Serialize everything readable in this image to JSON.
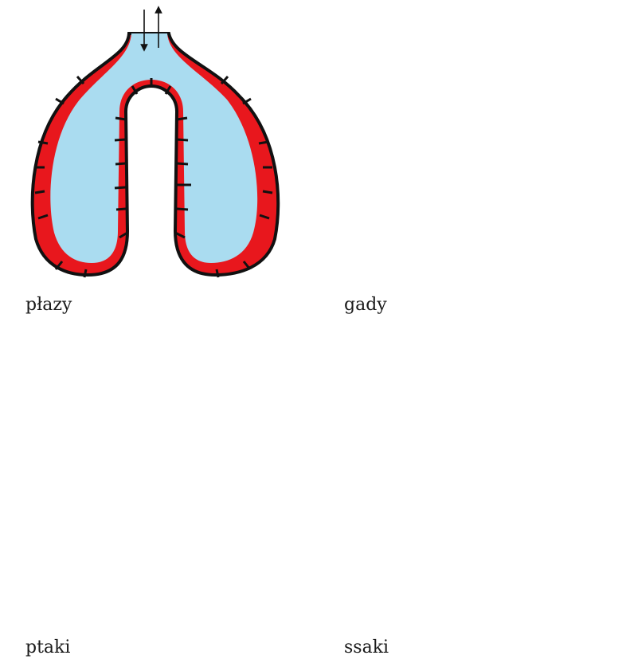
{
  "panels": {
    "amphibians": {
      "label": "płazy"
    },
    "reptiles": {
      "label": "gady"
    },
    "birds": {
      "label": "ptaki"
    },
    "mammals": {
      "label": "ssaki"
    }
  },
  "colors": {
    "lung_tissue": "#e8171d",
    "airway": "#aadcf0",
    "outline": "#111111",
    "air_sac_outline": "#222222"
  },
  "icons": {
    "airflow": "up-down-arrow-pair"
  }
}
